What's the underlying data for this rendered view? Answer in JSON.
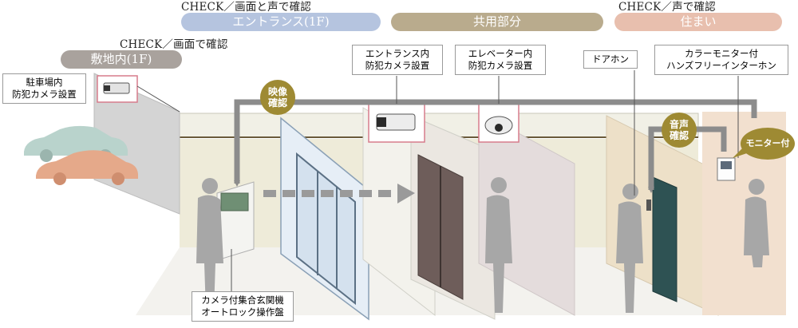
{
  "header": {
    "check_left": "CHECK／画面で確認",
    "check_entrance": "CHECK／画面と声で確認",
    "check_home": "CHECK／声で確認",
    "zone_site": "敷地内(1F)",
    "zone_entrance": "エントランス(1F)",
    "zone_common": "共用部分",
    "zone_home": "住まい"
  },
  "labels": {
    "parking_camera": [
      "駐車場内",
      "防犯カメラ設置"
    ],
    "entrance_camera": [
      "エントランス内",
      "防犯カメラ設置"
    ],
    "elevator_camera": [
      "エレベーター内",
      "防犯カメラ設置"
    ],
    "door_phone": "ドアホン",
    "color_monitor": [
      "カラーモニター付",
      "ハンズフリーインターホン"
    ],
    "auto_lock": [
      "カメラ付集合玄関機",
      "オートロック操作盤"
    ]
  },
  "badges": {
    "video_check": [
      "映像",
      "確認"
    ],
    "voice_check": [
      "音声",
      "確認"
    ],
    "monitor": "モニター付"
  },
  "colors": {
    "zone_site": "#a9a29d",
    "zone_entrance": "#b5c4df",
    "zone_common": "#b9ab8d",
    "zone_home": "#e8bfae",
    "badge_gold": "#9e8a33",
    "arrow": "#8c8c8c"
  }
}
